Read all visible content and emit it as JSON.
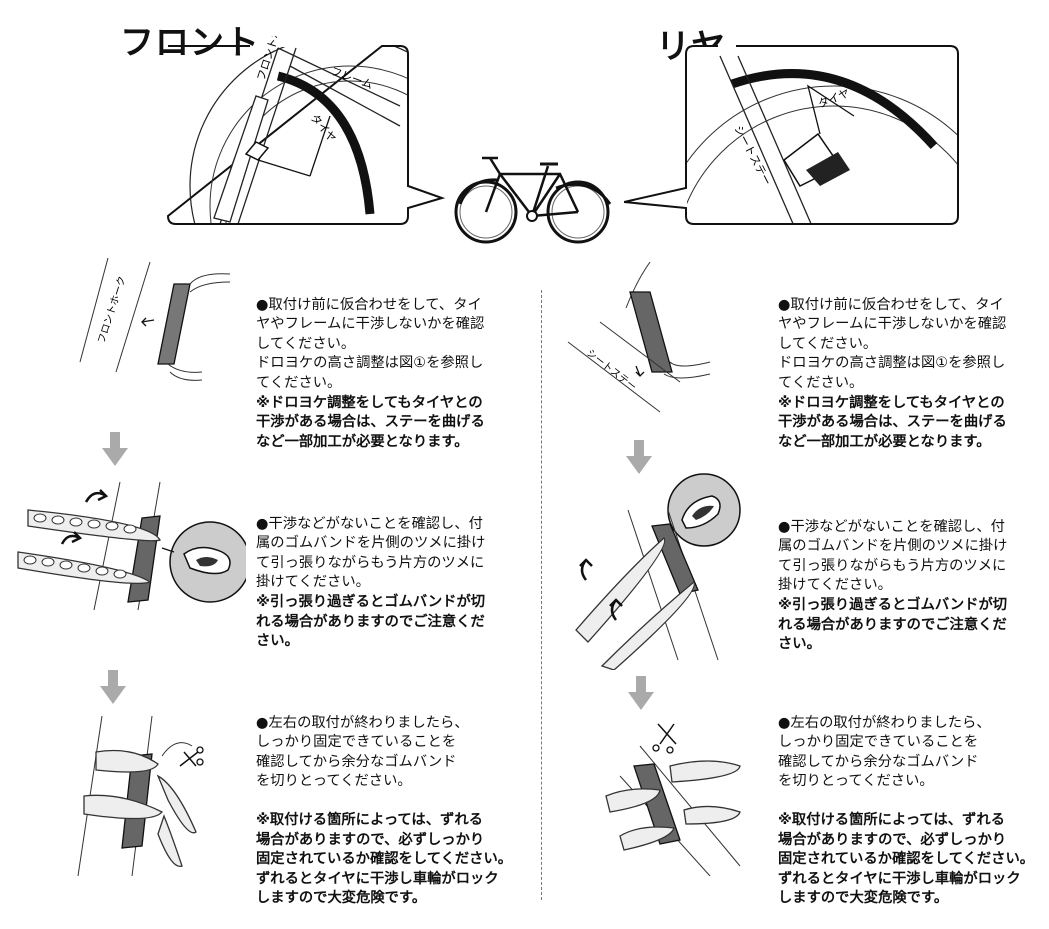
{
  "front": {
    "title": "フロント",
    "labels": {
      "fork": "フロントホーク",
      "frame": "フレーム",
      "tire": "タイヤ"
    }
  },
  "rear": {
    "title": "リヤ",
    "labels": {
      "tire": "タイヤ",
      "stay": "シートステー"
    }
  },
  "diagram_labels": {
    "fork": "フロントホーク",
    "stay": "シートステー"
  },
  "steps": {
    "step1": {
      "normal": "●取付け前に仮合わせをして、タイ\nヤやフレームに干渉しないかを確認\nしてください。\nドロヨケの高さ調整は図①を参照し\nてください。",
      "bold": "※ドロヨケ調整をしてもタイヤとの\n干渉がある場合は、ステーを曲げる\nなど一部加工が必要となります。"
    },
    "step2": {
      "normal": "●干渉などがないことを確認し、付\n属のゴムバンドを片側のツメに掛け\nて引っ張りながらもう片方のツメに\n掛けてください。",
      "bold": "※引っ張り過ぎるとゴムバンドが切\nれる場合がありますのでご注意くだ\nさい。"
    },
    "step3": {
      "normal": "●左右の取付が終わりましたら、\nしっかり固定できていることを\n確認してから余分なゴムバンド\nを切りとってください。",
      "bold": "※取付ける箇所によっては、ずれる\n場合がありますので、必ずしっかり\n固定されているか確認をしてください。\nずれるとタイヤに干渉し車輪がロック\nしますので大変危険です。"
    }
  }
}
